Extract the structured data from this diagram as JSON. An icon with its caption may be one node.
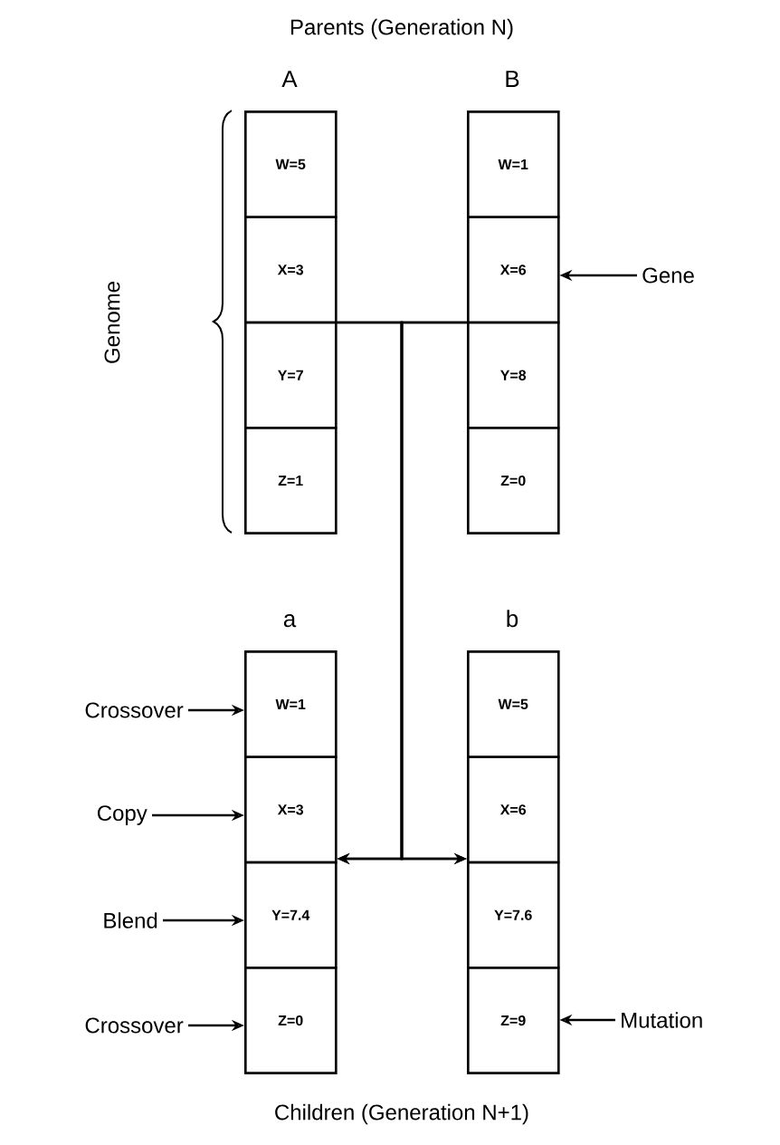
{
  "diagram": {
    "title": "Parents (Generation N)",
    "caption": "Children (Generation N+1)",
    "nodes": [
      {
        "text": [
          "A"
        ]
      },
      {
        "text": [
          "W=5"
        ],
        "in": 0
      },
      {
        "text": [
          "X=3"
        ],
        "in": 0
      },
      {
        "text": [
          "Y=7"
        ],
        "in": 0
      },
      {
        "text": [
          "Z=1"
        ],
        "in": 0
      },
      {
        "text": [
          "B"
        ]
      },
      {
        "text": [
          "W=1"
        ],
        "in": 5
      },
      {
        "text": [
          "X=6"
        ],
        "in": 5
      },
      {
        "text": [
          "Y=8"
        ],
        "in": 5
      },
      {
        "text": [
          "Z=0"
        ],
        "in": 5
      },
      {
        "text": [
          "a"
        ]
      },
      {
        "text": [
          "W=1"
        ],
        "in": 10
      },
      {
        "text": [
          "X=3"
        ],
        "in": 10
      },
      {
        "text": [
          "Y=7.4"
        ],
        "in": 10
      },
      {
        "text": [
          "Z=0"
        ],
        "in": 10
      },
      {
        "text": [
          "b"
        ]
      },
      {
        "text": [
          "W=5"
        ],
        "in": 15
      },
      {
        "text": [
          "X=6"
        ],
        "in": 15
      },
      {
        "text": [
          "Y=7.6"
        ],
        "in": 15
      },
      {
        "text": [
          "Z=9"
        ],
        "in": 15
      },
      {
        "text": [
          "Gene"
        ]
      },
      {
        "text": [
          "Crossover"
        ]
      },
      {
        "text": [
          "Copy"
        ]
      },
      {
        "text": [
          "Blend"
        ]
      },
      {
        "text": [
          "Crossover"
        ]
      },
      {
        "text": [
          "Mutation"
        ]
      }
    ],
    "edges": [
      {
        "from": 0,
        "to": 10,
        "arrow": "to"
      },
      {
        "from": 0,
        "to": 15,
        "arrow": "to"
      },
      {
        "from": 5,
        "to": 10,
        "arrow": "to"
      },
      {
        "from": 5,
        "to": 15,
        "arrow": "to"
      },
      {
        "from": 20,
        "to": 7,
        "arrow": "to"
      },
      {
        "from": 21,
        "to": 11,
        "arrow": "to"
      },
      {
        "from": 22,
        "to": 12,
        "arrow": "to"
      },
      {
        "from": 23,
        "to": 13,
        "arrow": "to"
      },
      {
        "from": 24,
        "to": 14,
        "arrow": "to"
      },
      {
        "from": 25,
        "to": 19,
        "arrow": "to"
      }
    ],
    "labels": [
      "Genome"
    ]
  }
}
